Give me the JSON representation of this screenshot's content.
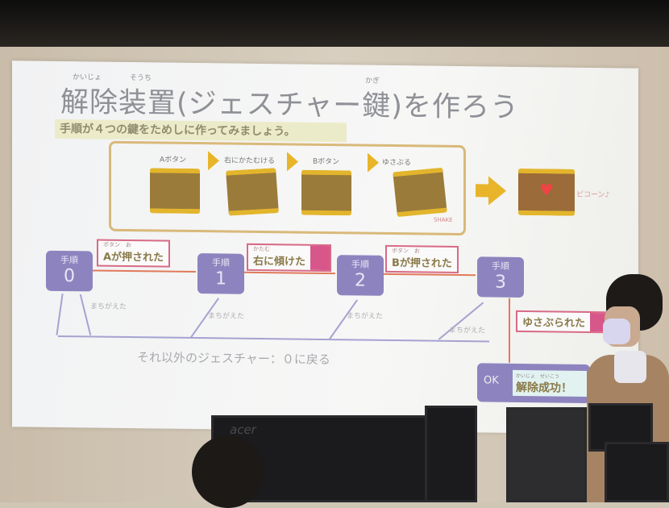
{
  "slide": {
    "title": "解除装置(ジェスチャー鍵)を作ろう",
    "ruby": {
      "kaijo": "かいじょ",
      "souchi": "そうち",
      "kagi": "かぎ"
    },
    "subtitle": "手順が４つの鍵をためしに作ってみましょう。",
    "illustration": {
      "steps": [
        "Aボタン",
        "右にかたむける",
        "Bボタン",
        "ゆさぶる"
      ],
      "shake_label": "SHAKE",
      "result_sound": "ピコーン♪"
    },
    "states": [
      {
        "label": "手順",
        "num": "0"
      },
      {
        "label": "手順",
        "num": "1"
      },
      {
        "label": "手順",
        "num": "2"
      },
      {
        "label": "手順",
        "num": "3"
      }
    ],
    "conditions": [
      {
        "ruby": "ボタン　お",
        "text": "Aが押された"
      },
      {
        "ruby": "かたむ",
        "text": "右に傾けた"
      },
      {
        "ruby": "ボタン　お",
        "text": "Bが押された"
      },
      {
        "ruby": "",
        "text": "ゆさぶられた"
      }
    ],
    "mistake_label": "まちがえた",
    "reset_text": "それ以外のジェスチャー：０に戻る",
    "ok": {
      "label": "OK",
      "ruby": "かいじょ　せいこう",
      "text": "解除成功！"
    }
  },
  "monitor_brand": "acer"
}
